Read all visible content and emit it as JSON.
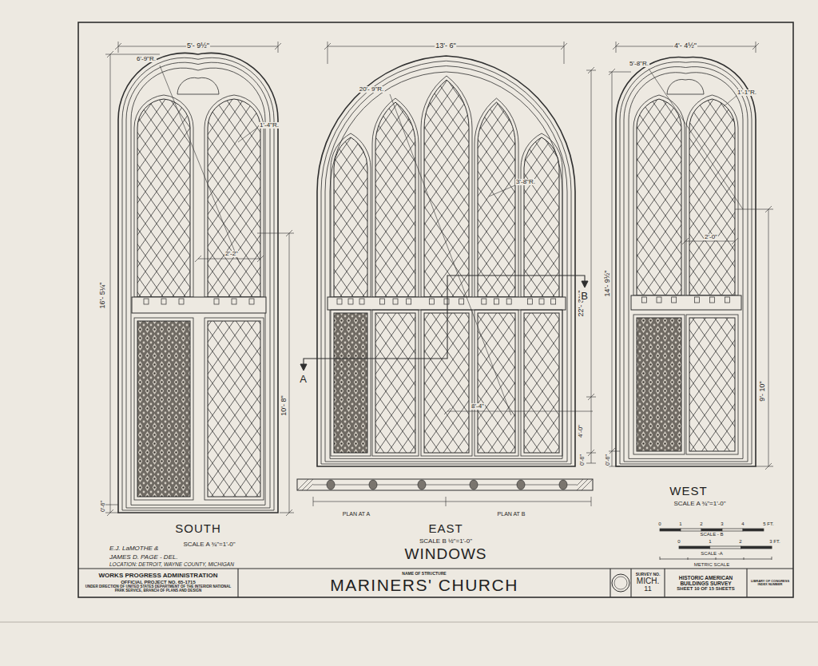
{
  "diagram": {
    "title": "WINDOWS",
    "nodes": [
      {
        "text": [
          "WORKS PROGRESS ADMINISTRATION",
          "OFFICIAL PROJECT NO. 65-1715",
          "UNDER DIRECTION OF UNITED STATES DEPARTMENT OF THE INTERIOR NATIONAL PARK SERVICE, BRANCH OF PLANS AND DESIGN"
        ]
      },
      {
        "text": [
          "NAME OF STRUCTURE",
          "MARINERS' CHURCH"
        ]
      },
      {
        "text": [
          "SURVEY NO.",
          "MICH.",
          "11"
        ]
      },
      {
        "text": [
          "HISTORIC AMERICAN BUILDINGS SURVEY",
          "SHEET 10 OF 15 SHEETS"
        ]
      },
      {
        "text": [
          "LIBRARY OF CONGRESS",
          "INDEX NUMBER"
        ]
      }
    ],
    "labels": [
      "5'- 9½\"",
      "6'-9\"R.",
      "1'-4\"R.",
      "2'-2\"",
      "16'- 5¼\"",
      "10'- 8\"",
      "0'-6\"",
      "SOUTH",
      "SCALE A ¾\"=1'-0\"",
      "13'- 6\"",
      "20'- 9\"R.",
      "3'-8\"R.",
      "22'- 3¾\"",
      "4'-0\"",
      "8'-4\"",
      "A",
      "B",
      "0'-6\"",
      "PLAN AT A",
      "PLAN AT B",
      "EAST",
      "SCALE B ½\"=1'-0\"",
      "4'- 4½\"",
      "5'-8\"R.",
      "1'-1\"R.",
      "14'- 9½\"",
      "2'-0\"",
      "9'- 10\"",
      "0'-6\"",
      "WEST",
      "SCALE A ¾\"=1'-0\"",
      "0",
      "1",
      "2",
      "3",
      "4",
      "5 FT.",
      "SCALE - B",
      "0",
      "1",
      "2",
      "3 FT.",
      "SCALE -A",
      "METRIC SCALE",
      "E.J. LaMOTHE &",
      "JAMES D. PAGE - DEL.",
      "LOCATION: DETROIT, WAYNE COUNTY, MICHIGAN"
    ]
  }
}
